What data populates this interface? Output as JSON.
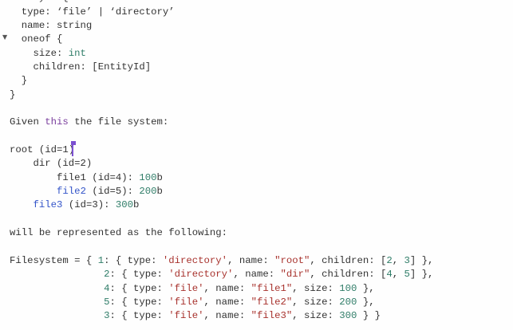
{
  "colors": {
    "text": "#333333",
    "keyword": "#7a3e9d",
    "number": "#2f7d68",
    "string": "#a8322d",
    "link": "#3455c9",
    "cursor": "#7b4fd0"
  },
  "lines": [
    [
      [
        "Entity = {",
        ""
      ]
    ],
    [
      [
        "  type: ‘file’ | ‘directory’",
        ""
      ]
    ],
    [
      [
        "  name: string",
        ""
      ]
    ],
    [
      [
        "  oneof {",
        ""
      ]
    ],
    [
      [
        "    size: ",
        ""
      ],
      [
        "int",
        "num"
      ]
    ],
    [
      [
        "    children: [EntityId]",
        ""
      ]
    ],
    [
      [
        "  }",
        ""
      ]
    ],
    [
      [
        "}",
        ""
      ]
    ],
    [],
    [
      [
        "Given ",
        ""
      ],
      [
        "this",
        "kw"
      ],
      [
        " the file system:",
        ""
      ]
    ],
    [],
    [
      [
        "root (id=1)",
        ""
      ]
    ],
    [
      [
        "    dir (id=2)",
        ""
      ]
    ],
    [
      [
        "        file1 (id=4): ",
        ""
      ],
      [
        "100",
        "num"
      ],
      [
        "b",
        ""
      ]
    ],
    [
      [
        "        ",
        ""
      ],
      [
        "file2",
        "link"
      ],
      [
        " (id=5): ",
        ""
      ],
      [
        "200",
        "num"
      ],
      [
        "b",
        ""
      ]
    ],
    [
      [
        "    ",
        ""
      ],
      [
        "file3",
        "link"
      ],
      [
        " (id=3): ",
        ""
      ],
      [
        "300",
        "num"
      ],
      [
        "b",
        ""
      ]
    ],
    [],
    [
      [
        "will be represented as the following:",
        ""
      ]
    ],
    [],
    [
      [
        "Filesystem = { ",
        ""
      ],
      [
        "1",
        "num"
      ],
      [
        ": { type: ",
        ""
      ],
      [
        "'directory'",
        "str"
      ],
      [
        ", name: ",
        ""
      ],
      [
        "\"root\"",
        "str"
      ],
      [
        ", children: [",
        ""
      ],
      [
        "2",
        "num"
      ],
      [
        ", ",
        ""
      ],
      [
        "3",
        "num"
      ],
      [
        "] },",
        ""
      ]
    ],
    [
      [
        "                ",
        ""
      ],
      [
        "2",
        "num"
      ],
      [
        ": { type: ",
        ""
      ],
      [
        "'directory'",
        "str"
      ],
      [
        ", name: ",
        ""
      ],
      [
        "\"dir\"",
        "str"
      ],
      [
        ", children: [",
        ""
      ],
      [
        "4",
        "num"
      ],
      [
        ", ",
        ""
      ],
      [
        "5",
        "num"
      ],
      [
        "] },",
        ""
      ]
    ],
    [
      [
        "                ",
        ""
      ],
      [
        "4",
        "num"
      ],
      [
        ": { type: ",
        ""
      ],
      [
        "'file'",
        "str"
      ],
      [
        ", name: ",
        ""
      ],
      [
        "\"file1\"",
        "str"
      ],
      [
        ", size: ",
        ""
      ],
      [
        "100",
        "num"
      ],
      [
        " },",
        ""
      ]
    ],
    [
      [
        "                ",
        ""
      ],
      [
        "5",
        "num"
      ],
      [
        ": { type: ",
        ""
      ],
      [
        "'file'",
        "str"
      ],
      [
        ", name: ",
        ""
      ],
      [
        "\"file2\"",
        "str"
      ],
      [
        ", size: ",
        ""
      ],
      [
        "200",
        "num"
      ],
      [
        " },",
        ""
      ]
    ],
    [
      [
        "                ",
        ""
      ],
      [
        "3",
        "num"
      ],
      [
        ": { type: ",
        ""
      ],
      [
        "'file'",
        "str"
      ],
      [
        ", name: ",
        ""
      ],
      [
        "\"file3\"",
        "str"
      ],
      [
        ", size: ",
        ""
      ],
      [
        "300",
        "num"
      ],
      [
        " } }",
        ""
      ]
    ]
  ]
}
